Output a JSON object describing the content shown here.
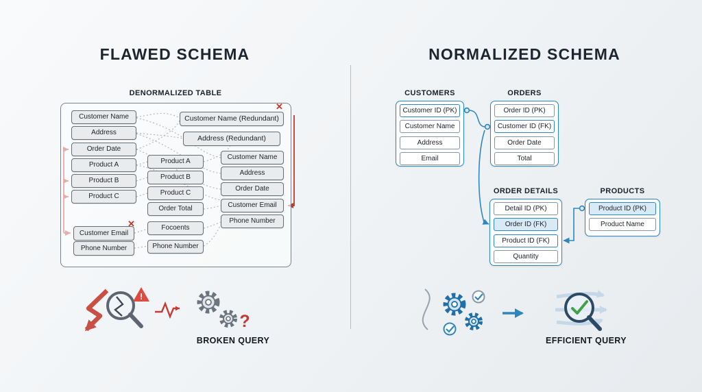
{
  "left": {
    "title": "FLAWED SCHEMA",
    "table_label": "DENORMALIZED TABLE",
    "col1": [
      "Customer Name",
      "Address",
      "Order Date",
      "Product A",
      "Product B",
      "Product C"
    ],
    "contact": [
      "Customer Email",
      "Phone Number"
    ],
    "col2": [
      "Product A",
      "Product B",
      "Product C",
      "Order Total",
      "Focoents",
      "Phone Number"
    ],
    "redundant": [
      "Customer Name (Redundant)",
      "Address (Redundant)"
    ],
    "col3": [
      "Customer Name",
      "Address",
      "Order Date",
      "Customer Email",
      "Phone Number"
    ],
    "error_mark": "✕",
    "caption": "BROKEN QUERY",
    "icons": [
      "broken-arrow",
      "magnifier-crack",
      "warning-triangle",
      "pulse-arrow",
      "broken-gears",
      "question-mark"
    ]
  },
  "right": {
    "title": "NORMALIZED SCHEMA",
    "tables": {
      "customers": {
        "name": "CUSTOMERS",
        "fields": [
          "Customer ID (PK)",
          "Customer Name",
          "Address",
          "Email"
        ]
      },
      "orders": {
        "name": "ORDERS",
        "fields": [
          "Order ID (PK)",
          "Customer ID (FK)",
          "Order Date",
          "Total"
        ]
      },
      "order_details": {
        "name": "ORDER DETAILS",
        "fields": [
          "Detail ID (PK)",
          "Order ID (FK)",
          "Product ID (FK)",
          "Quantity"
        ]
      },
      "products": {
        "name": "PRODUCTS",
        "fields": [
          "Product ID (PK)",
          "Product Name"
        ]
      }
    },
    "caption": "EFFICIENT QUERY",
    "icons": [
      "flow-line",
      "process-gears",
      "check-badges",
      "arrow-right",
      "speed-lines",
      "magnifier-check"
    ]
  },
  "colors": {
    "accent_blue": "#2e86c1",
    "accent_blue_fill": "#d9eaf7",
    "error_red": "#c0392b",
    "neutral_border": "#676d74",
    "success_green": "#43a047"
  }
}
